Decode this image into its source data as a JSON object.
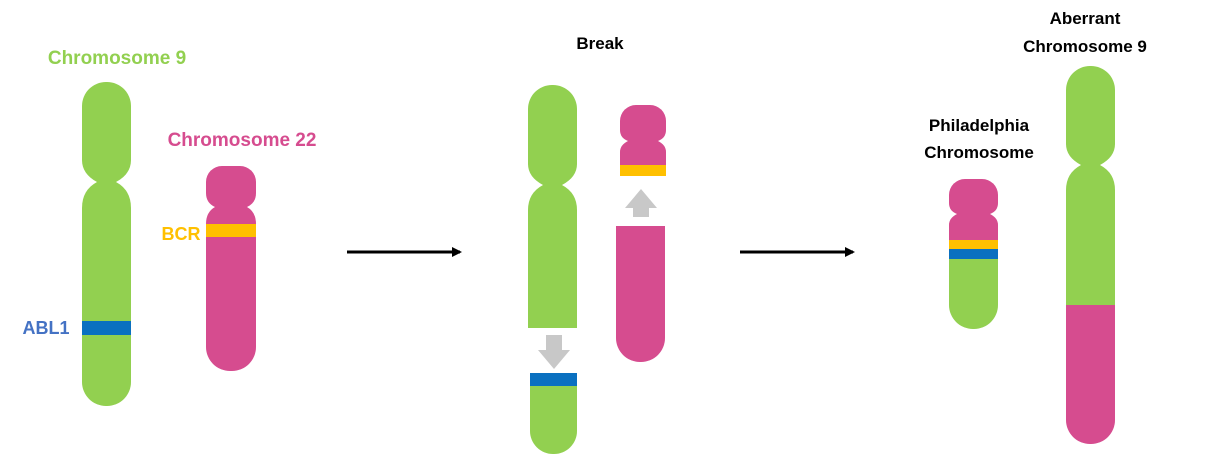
{
  "colors": {
    "green": "#92d050",
    "pink": "#d64c8f",
    "orange": "#ffc000",
    "blue": "#0a70c0",
    "gray_arrow": "#c8c8c8",
    "black": "#000000",
    "label_green": "#92d050",
    "label_pink": "#d64c8f",
    "label_orange": "#ffc000",
    "label_blue": "#4472c4",
    "label_black": "#000000"
  },
  "labels": {
    "chromosome9": "Chromosome 9",
    "chromosome22": "Chromosome 22",
    "bcr": "BCR",
    "abl1": "ABL1",
    "break": "Break",
    "philadelphia_line1": "Philadelphia",
    "philadelphia_line2": "Chromosome",
    "aberrant_line1": "Aberrant",
    "aberrant_line2": "Chromosome 9"
  }
}
